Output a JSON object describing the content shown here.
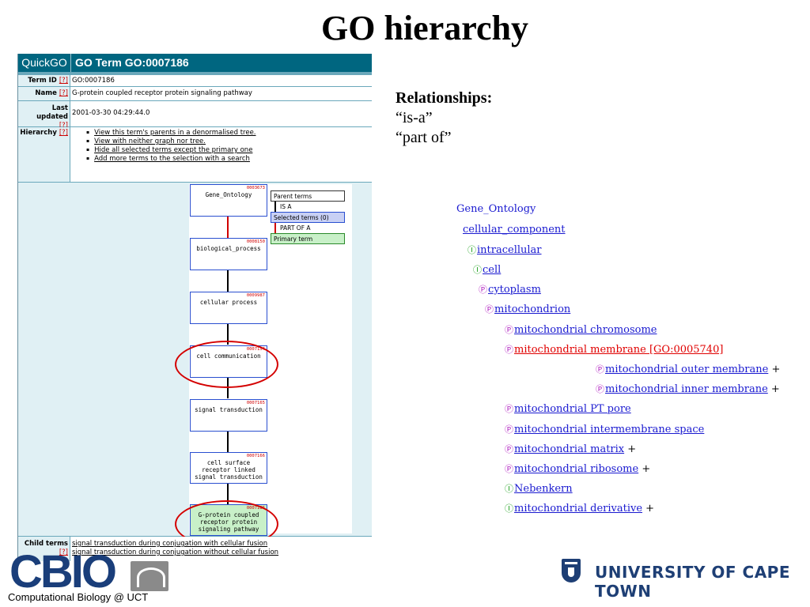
{
  "slide": {
    "title": "GO hierarchy"
  },
  "quickgo": {
    "logo": "QuickGO",
    "header_title": "GO Term GO:0007186",
    "help": "[?]",
    "term_id": {
      "label": "Term ID",
      "value": "GO:0007186"
    },
    "name": {
      "label": "Name",
      "value": "G-protein coupled receptor protein signaling pathway"
    },
    "last_updated": {
      "label": "Last updated",
      "value": "2001-03-30 04:29:44.0"
    },
    "hierarchy": {
      "label": "Hierarchy",
      "links": [
        "View this term's parents in a denormalised tree.",
        "View with neither graph nor tree.",
        "Hide all selected terms except the primary one",
        "Add more terms to the selection with a search"
      ]
    },
    "graph": {
      "nodes": [
        {
          "id": "0003673",
          "name": "Gene_Ontology"
        },
        {
          "id": "0008150",
          "name": "biological_process"
        },
        {
          "id": "0009987",
          "name": "cellular process"
        },
        {
          "id": "0007154",
          "name": "cell communication"
        },
        {
          "id": "0007165",
          "name": "signal transduction"
        },
        {
          "id": "0007166",
          "name": "cell surface receptor linked signal transduction"
        },
        {
          "id": "0007186",
          "name": "G-protein coupled receptor protein signaling pathway"
        }
      ],
      "legend": {
        "parent_terms": "Parent terms",
        "is_a": "IS A",
        "selected_terms": "Selected terms (0)",
        "part_of": "PART OF A",
        "primary_term": "Primary term"
      }
    },
    "child_terms": {
      "label": "Child terms",
      "links": [
        "signal transduction during conjugation with cellular fusion",
        "signal transduction during conjugation without cellular fusion"
      ]
    }
  },
  "relationships": {
    "heading": "Relationships:",
    "items": [
      "“is-a”",
      "“part of”"
    ]
  },
  "tree": {
    "root": "Gene_Ontology",
    "items": [
      {
        "label": "cellular_component",
        "icon": ""
      },
      {
        "label": "intracellular",
        "icon": "I"
      },
      {
        "label": "cell",
        "icon": "I"
      },
      {
        "label": "cytoplasm",
        "icon": "P"
      },
      {
        "label": "mitochondrion",
        "icon": "P"
      },
      {
        "label": "mitochondrial chromosome",
        "icon": "P"
      },
      {
        "label": "mitochondrial membrane [GO:0005740]",
        "icon": "P"
      },
      {
        "label": "mitochondrial outer membrane",
        "icon": "P",
        "plus": "+"
      },
      {
        "label": "mitochondrial inner membrane",
        "icon": "P",
        "plus": "+"
      },
      {
        "label": "mitochondrial PT pore",
        "icon": "P"
      },
      {
        "label": "mitochondrial intermembrane space",
        "icon": "P"
      },
      {
        "label": "mitochondrial matrix",
        "icon": "P",
        "plus": "+"
      },
      {
        "label": "mitochondrial ribosome",
        "icon": "P",
        "plus": "+"
      },
      {
        "label": "Nebenkern",
        "icon": "I"
      },
      {
        "label": "mitochondrial derivative",
        "icon": "I",
        "plus": "+"
      }
    ],
    "icon_glyphs": {
      "I": "Ⓘ",
      "P": "Ⓟ"
    },
    "colors": {
      "link": "#1a1ad0",
      "highlight": "#e00000",
      "is_a": "#1fa01f",
      "part_of": "#b020c0"
    }
  },
  "logos": {
    "cbio": "CBIO",
    "cbio_sub": "Computational Biology   @ UCT",
    "uct": "UNIVERSITY OF CAPE TOWN"
  }
}
